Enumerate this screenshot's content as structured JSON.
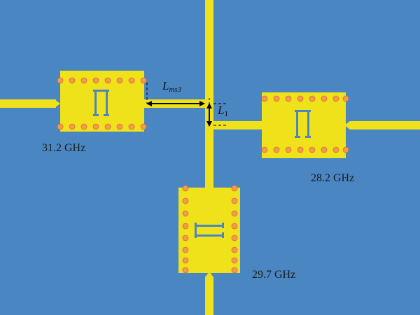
{
  "diagram": {
    "background_color": "#4a86c2",
    "metal_color": "#f0e21a",
    "via_color": "#f39a4f",
    "slot_color": "#4a86c2",
    "resonators": [
      {
        "id": "left",
        "frequency": "31.2 GHz"
      },
      {
        "id": "right",
        "frequency": "28.2 GHz"
      },
      {
        "id": "bottom",
        "frequency": "29.7 GHz"
      }
    ],
    "dimensions": {
      "lms3": {
        "symbol": "L",
        "subscript": "ms3"
      },
      "l1": {
        "symbol": "L",
        "subscript": "1"
      }
    }
  }
}
